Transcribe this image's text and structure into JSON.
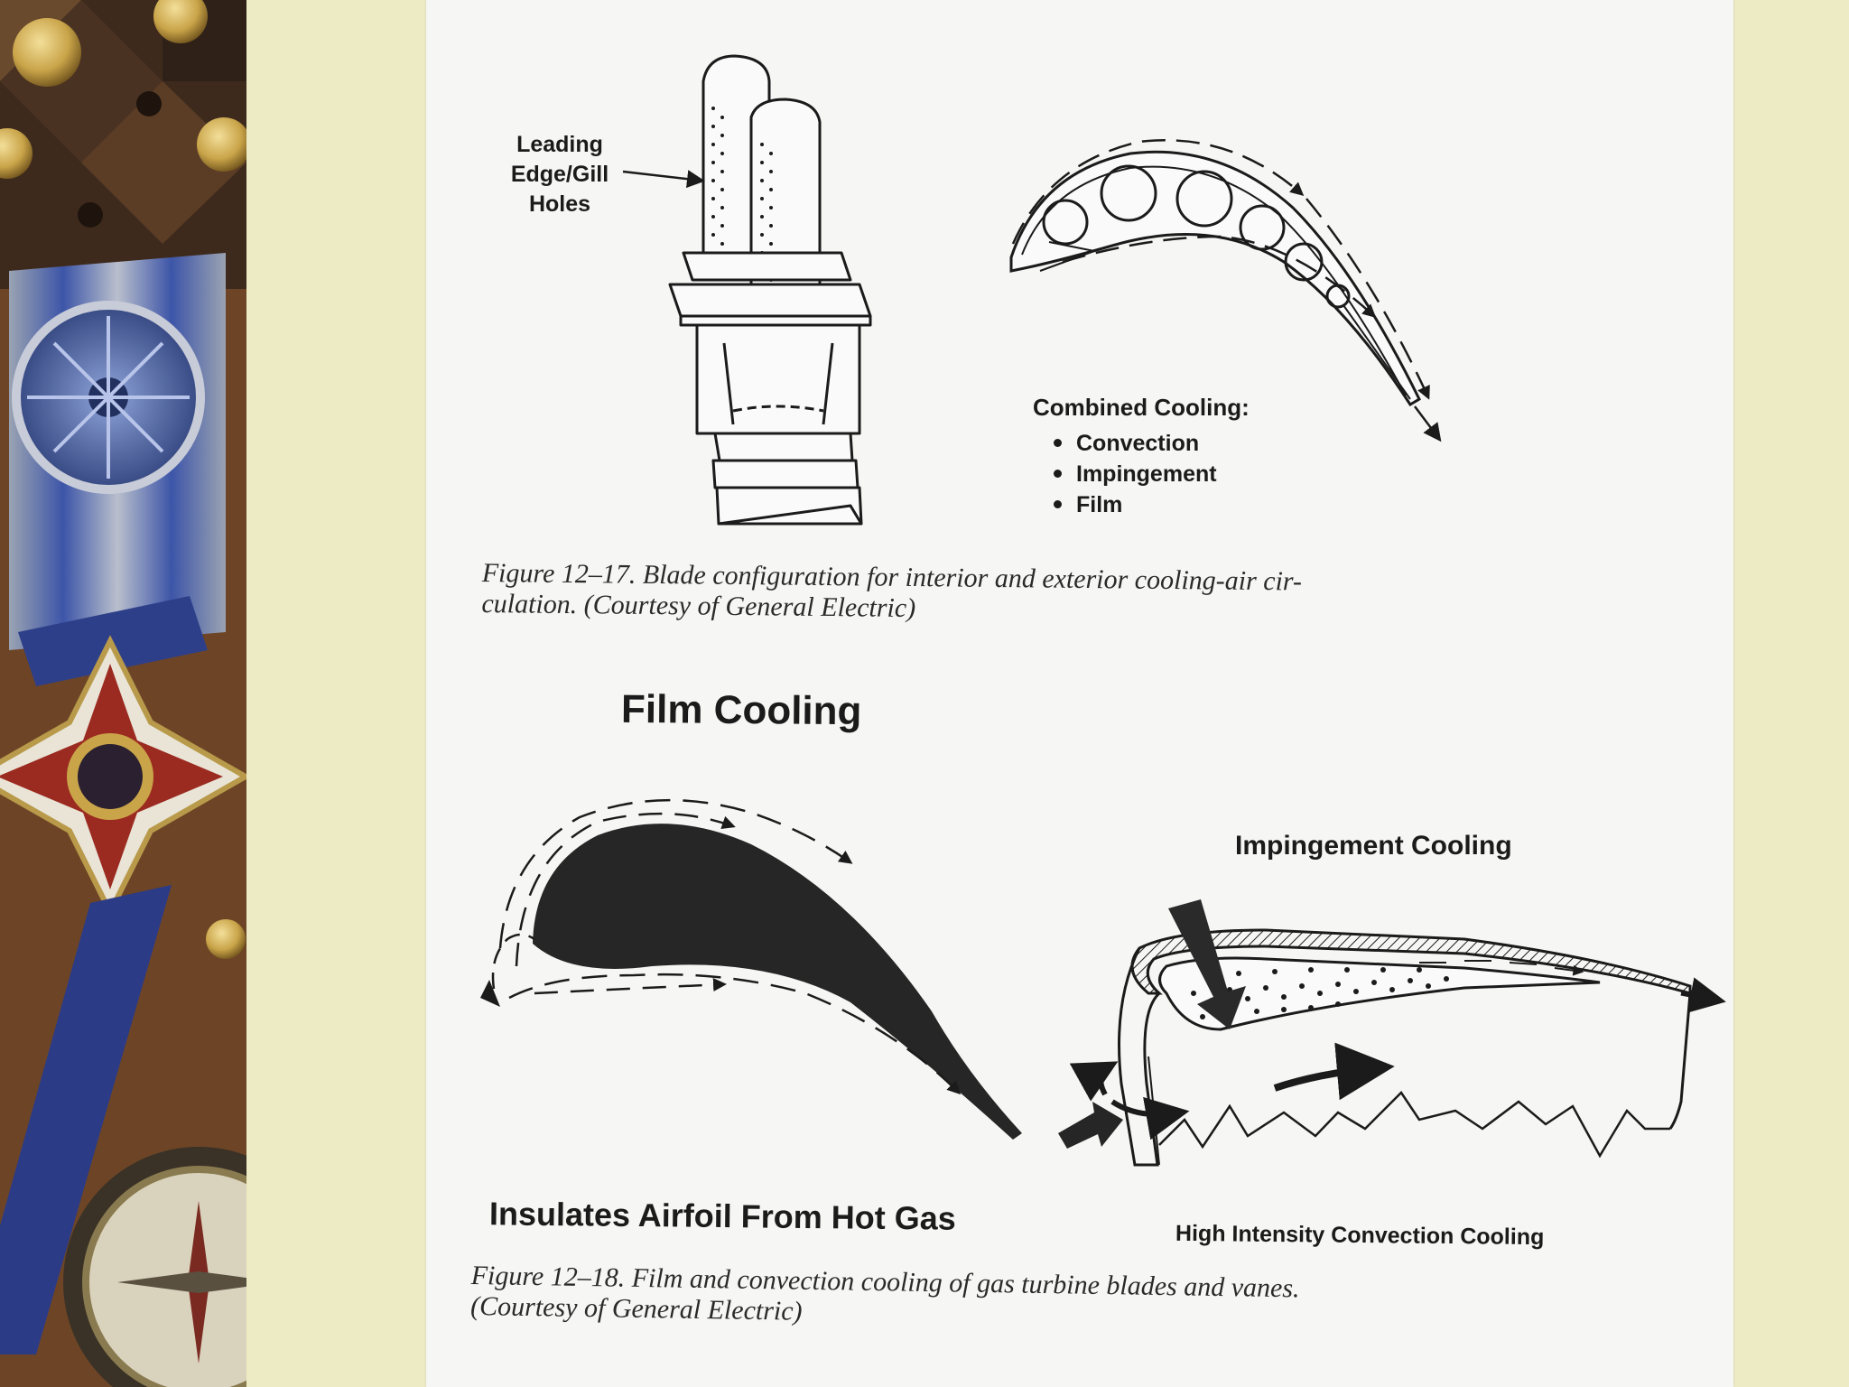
{
  "figure1": {
    "leading_label": [
      "Leading",
      "Edge/Gill",
      "Holes"
    ],
    "combined_title": "Combined Cooling:",
    "combined_items": [
      "Convection",
      "Impingement",
      "Film"
    ],
    "caption_line1": "Figure 12–17.  Blade configuration for interior and exterior cooling-air cir-",
    "caption_line2": "culation. (Courtesy of General Electric)"
  },
  "figure2": {
    "film_title": "Film Cooling",
    "impingement_title": "Impingement Cooling",
    "insulates_label": "Insulates Airfoil From Hot Gas",
    "convection_label": "High Intensity Convection Cooling",
    "caption_line1": "Figure 12–18.  Film and convection cooling of gas turbine blades and vanes.",
    "caption_line2": "(Courtesy of General Electric)"
  },
  "colors": {
    "slide_background": "#ecebc4",
    "page": "#f6f6f4",
    "ink": "#1b1b1b"
  }
}
